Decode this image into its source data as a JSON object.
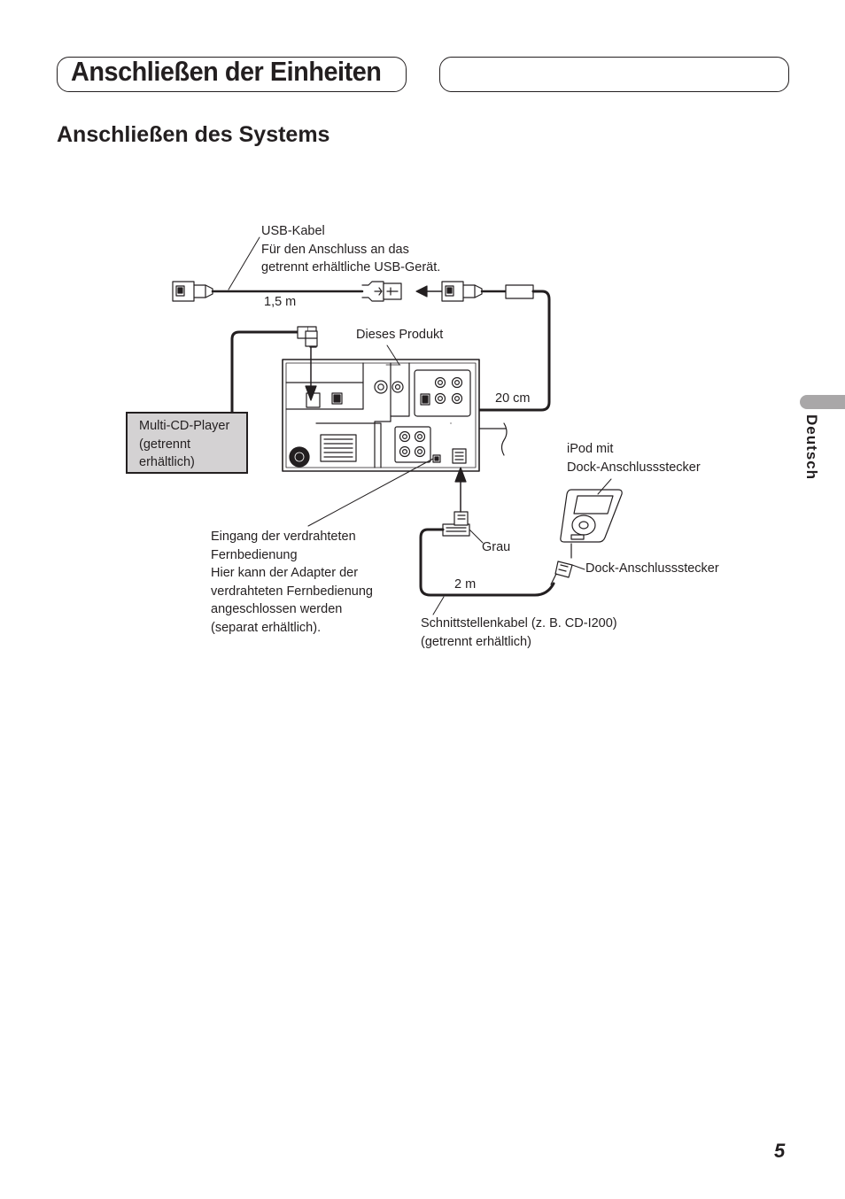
{
  "header": {
    "chapter_title": "Anschließen der Einheiten",
    "section_title": "Anschließen des Systems"
  },
  "side_tab": {
    "language": "Deutsch"
  },
  "diagram": {
    "usb_cable": {
      "lines": [
        "USB-Kabel",
        "Für den Anschluss an das",
        "getrennt erhältliche USB-Gerät."
      ]
    },
    "usb_length": "1,5 m",
    "product": "Dieses Produkt",
    "length_20cm": "20 cm",
    "multi_cd": {
      "lines": [
        "Multi-CD-Player",
        "(getrennt",
        "erhältlich)"
      ]
    },
    "ipod": {
      "lines": [
        "iPod mit",
        "Dock-Anschlussstecker"
      ]
    },
    "grau": "Grau",
    "dock_connector": "Dock-Anschlussstecker",
    "length_2m": "2 m",
    "remote_input": {
      "lines": [
        "Eingang der verdrahteten",
        "Fernbedienung",
        "Hier kann der Adapter der",
        "verdrahteten Fernbedienung",
        "angeschlossen werden",
        "(separat erhältlich)."
      ]
    },
    "interface_cable": {
      "lines": [
        "Schnittstellenkabel (z. B. CD-I200)",
        "(getrennt erhältlich)"
      ]
    }
  },
  "footer": {
    "page_number": "5"
  }
}
